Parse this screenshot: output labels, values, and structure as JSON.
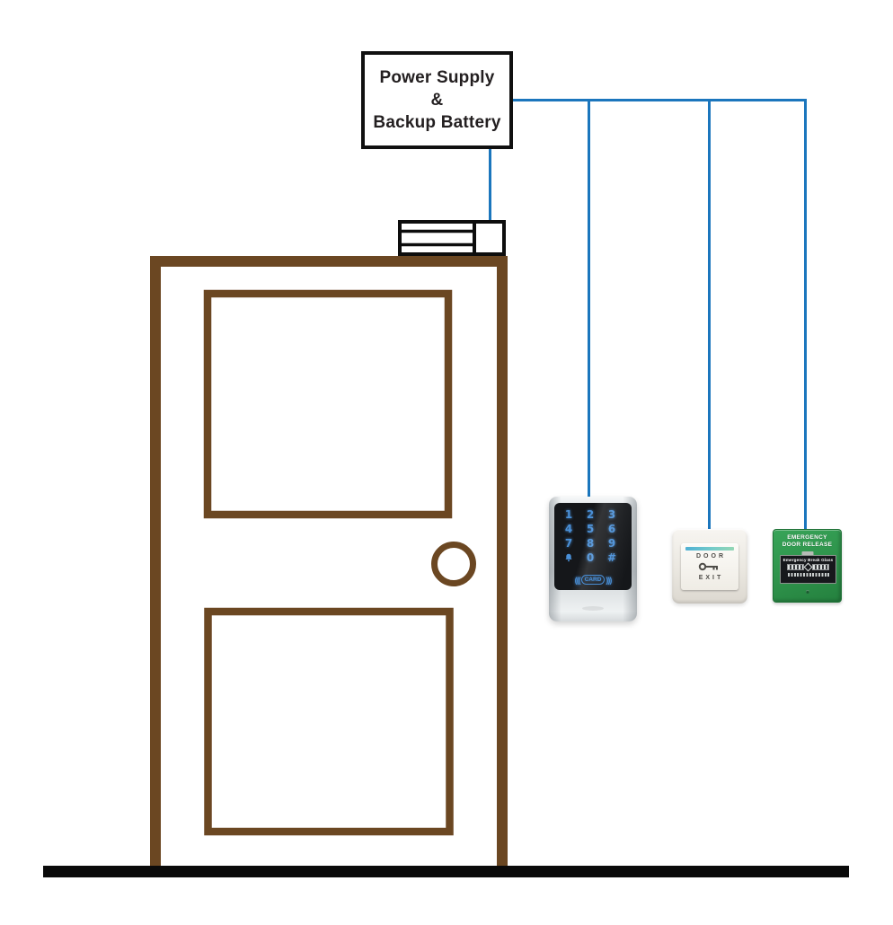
{
  "power_supply": {
    "lines": [
      "Power Supply",
      "&",
      "Backup Battery"
    ]
  },
  "keypad": {
    "keys": [
      "1",
      "2",
      "3",
      "4",
      "5",
      "6",
      "7",
      "8",
      "9"
    ],
    "zero": "0",
    "hash": "#",
    "card_label": "CARD",
    "wave_left": "(((",
    "wave_right": ")))"
  },
  "exit_button": {
    "top_label": "DOOR",
    "bottom_label": "EXIT"
  },
  "break_glass": {
    "header_line1": "EMERGENCY",
    "header_line2": "DOOR RELEASE",
    "glass_label": "Emergency Break Glass"
  },
  "colors": {
    "wire_blue": "#1b76bd",
    "door_brown": "#6b4722",
    "floor_black": "#0a0a0a",
    "maglock_outline": "#0d0d0d",
    "keypad_digit_blue": "#4a90d8",
    "exit_stripe_teal": "#5fb9d2",
    "break_glass_green": "#2d9049"
  }
}
